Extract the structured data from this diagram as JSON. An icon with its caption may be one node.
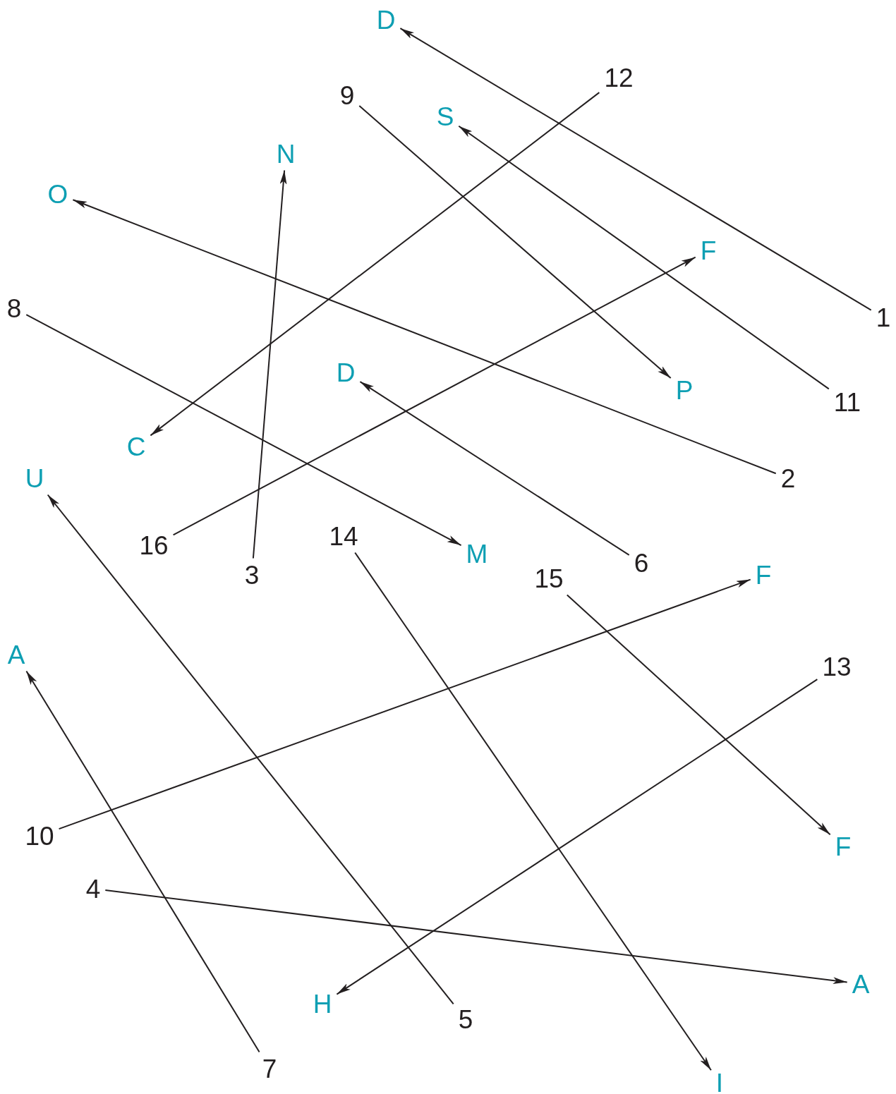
{
  "diagram": {
    "nodes": [
      {
        "text": [
          "D"
        ]
      },
      {
        "text": [
          "12"
        ]
      },
      {
        "text": [
          "9"
        ]
      },
      {
        "text": [
          "S"
        ]
      },
      {
        "text": [
          "N"
        ]
      },
      {
        "text": [
          "O"
        ]
      },
      {
        "text": [
          "F"
        ]
      },
      {
        "text": [
          "8"
        ]
      },
      {
        "text": [
          "1"
        ]
      },
      {
        "text": [
          "D"
        ]
      },
      {
        "text": [
          "P"
        ]
      },
      {
        "text": [
          "11"
        ]
      },
      {
        "text": [
          "C"
        ]
      },
      {
        "text": [
          "U"
        ]
      },
      {
        "text": [
          "2"
        ]
      },
      {
        "text": [
          "14"
        ]
      },
      {
        "text": [
          "16"
        ]
      },
      {
        "text": [
          "M"
        ]
      },
      {
        "text": [
          "6"
        ]
      },
      {
        "text": [
          "3"
        ]
      },
      {
        "text": [
          "F"
        ]
      },
      {
        "text": [
          "15"
        ]
      },
      {
        "text": [
          "A"
        ]
      },
      {
        "text": [
          "13"
        ]
      },
      {
        "text": [
          "10"
        ]
      },
      {
        "text": [
          "F"
        ]
      },
      {
        "text": [
          "4"
        ]
      },
      {
        "text": [
          "A"
        ]
      },
      {
        "text": [
          "H"
        ]
      },
      {
        "text": [
          "5"
        ]
      },
      {
        "text": [
          "7"
        ]
      },
      {
        "text": [
          "I"
        ]
      }
    ],
    "edges": [
      {
        "from": 8,
        "to": 0,
        "arrow": "to"
      },
      {
        "from": 14,
        "to": 5,
        "arrow": "to"
      },
      {
        "from": 19,
        "to": 4,
        "arrow": "to"
      },
      {
        "from": 26,
        "to": 27,
        "arrow": "to"
      },
      {
        "from": 29,
        "to": 13,
        "arrow": "to"
      },
      {
        "from": 18,
        "to": 9,
        "arrow": "to"
      },
      {
        "from": 30,
        "to": 22,
        "arrow": "to"
      },
      {
        "from": 7,
        "to": 17,
        "arrow": "to"
      },
      {
        "from": 2,
        "to": 10,
        "arrow": "to"
      },
      {
        "from": 24,
        "to": 20,
        "arrow": "to"
      },
      {
        "from": 11,
        "to": 3,
        "arrow": "to"
      },
      {
        "from": 1,
        "to": 12,
        "arrow": "to"
      },
      {
        "from": 23,
        "to": 28,
        "arrow": "to"
      },
      {
        "from": 15,
        "to": 31,
        "arrow": "to"
      },
      {
        "from": 21,
        "to": 25,
        "arrow": "to"
      },
      {
        "from": 16,
        "to": 6,
        "arrow": "to"
      }
    ]
  }
}
